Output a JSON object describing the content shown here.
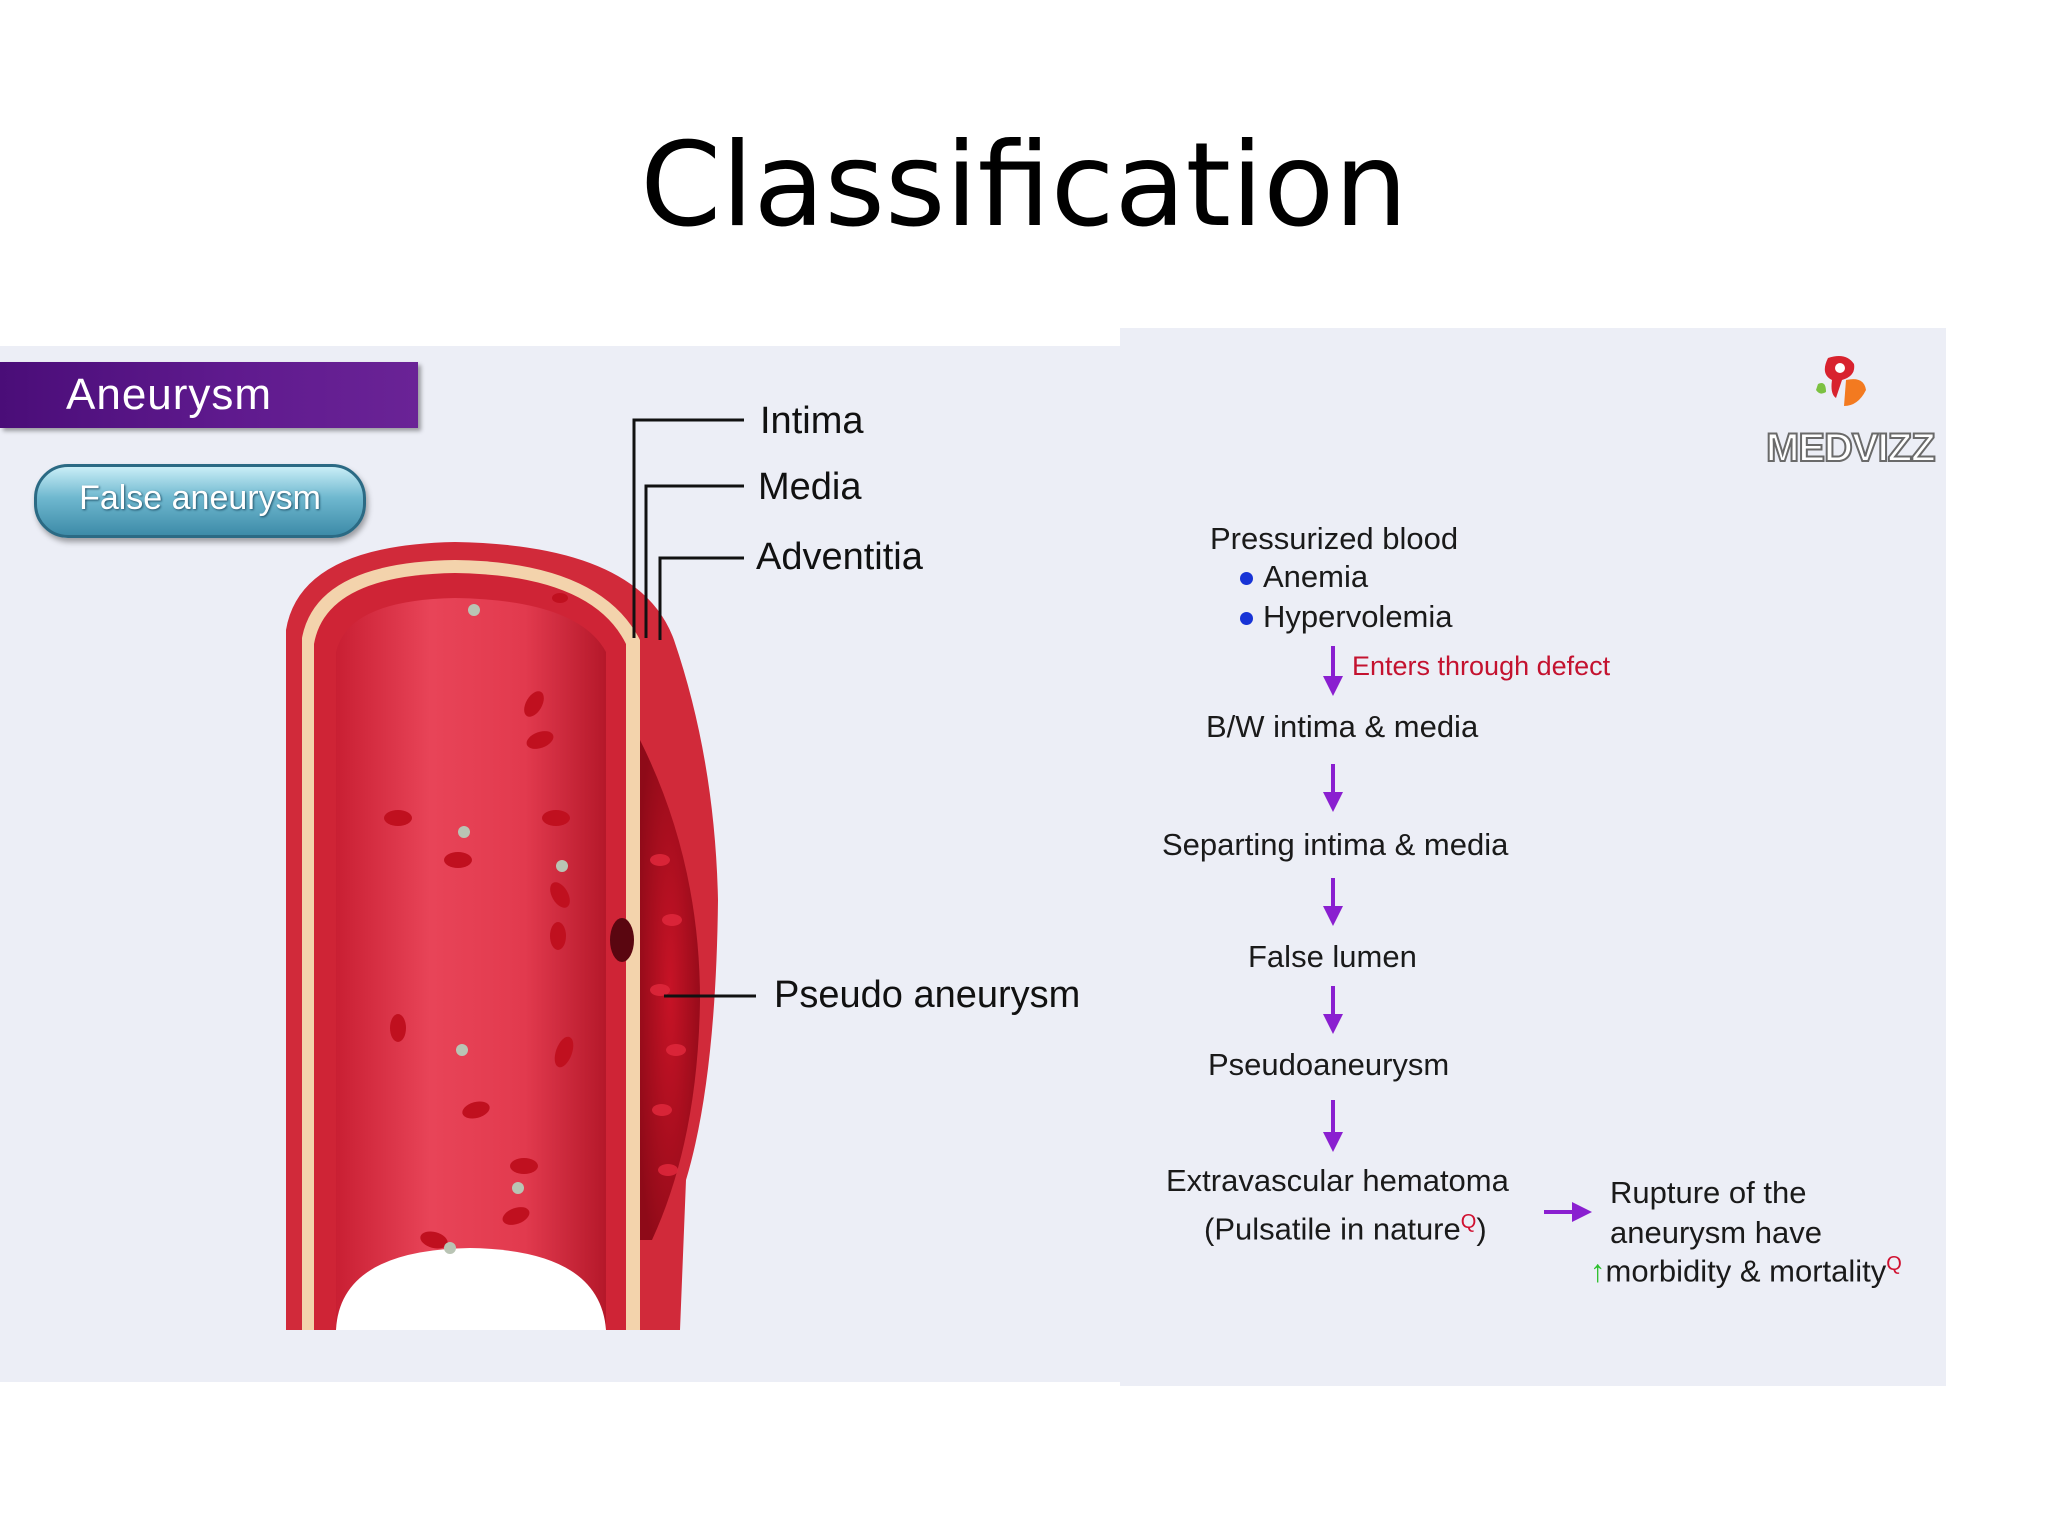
{
  "title": "Classification",
  "left_panel": {
    "banner": "Aneurysm",
    "badge": "False aneurysm",
    "labels": {
      "intima": "Intima",
      "media": "Media",
      "adventitia": "Adventitia",
      "pseudo": "Pseudo aneurysm"
    }
  },
  "right_panel": {
    "logo": "MEDVIZZ",
    "flow": {
      "step1": "Pressurized blood",
      "bullet1": "Anemia",
      "bullet2": "Hypervolemia",
      "arrow_note": "Enters through defect",
      "step2": "B/W intima & media",
      "step3": "Separting intima & media",
      "step4": "False lumen",
      "step5": "Pseudoaneurysm",
      "step6_line1": "Extravascular hematoma",
      "step6_line2": "(Pulsatile in nature",
      "step6_close": ")",
      "q_mark": "Q",
      "outcome_line1": "Rupture of the",
      "outcome_line2": "aneurysm have",
      "outcome_line3": "morbidity & mortality"
    }
  },
  "colors": {
    "banner": "#5f1a8e",
    "vessel_wall": "#d42c3c",
    "lumen": "#e4384b",
    "arrow": "#8a1fd0",
    "bullet": "#1733d6",
    "note_red": "#c4122f",
    "up_arrow": "#2bbf2b"
  }
}
